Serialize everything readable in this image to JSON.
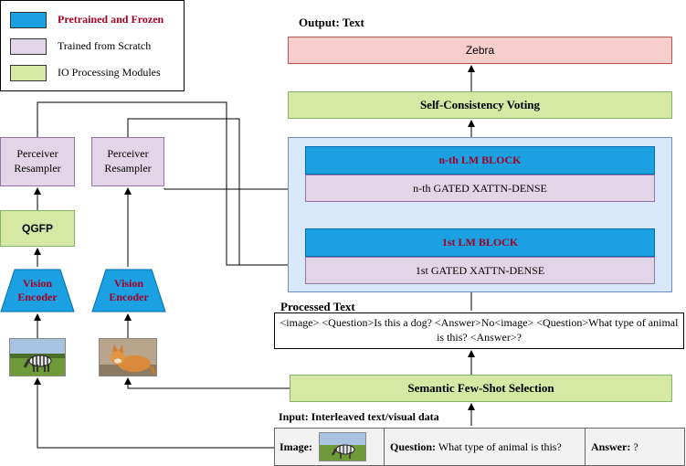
{
  "legend": {
    "items": [
      {
        "label": "Pretrained and Frozen",
        "color": "#1ba1e2"
      },
      {
        "label": "Trained from Scratch",
        "color": "#e1d5e7"
      },
      {
        "label": "IO Processing Modules",
        "color": "#d5e8a4"
      }
    ]
  },
  "left": {
    "perceiver": "Perceiver\nResampler",
    "qgfp": "QGFP",
    "vision_encoder": "Vision\nEncoder"
  },
  "right": {
    "output_title": "Output: Text",
    "output_value": "Zebra",
    "voting": "Self-Consistency Voting",
    "nth_lm": "n-th LM BLOCK",
    "nth_xattn": "n-th GATED XATTN-DENSE",
    "first_lm": "1st LM BLOCK",
    "first_xattn": "1st GATED XATTN-DENSE",
    "processed_title": "Processed Text",
    "processed_text": "<image> <Question>Is this a dog? <Answer>No<image> <Question>What type of animal is this? <Answer>?",
    "selection": "Semantic Few-Shot Selection",
    "input_title": "Input: Interleaved text/visual data"
  },
  "input_row": {
    "image_label": "Image:",
    "question_label": "Question:",
    "question_text": "What type of animal is this?",
    "answer_label": "Answer:",
    "answer_text": "?"
  },
  "colors": {
    "frozen": "#1ba1e2",
    "scratch": "#e1d5e7",
    "io": "#d5e8a4",
    "output": "#f8cecc",
    "panel": "#dae8fc",
    "red_text": "#a20025"
  }
}
